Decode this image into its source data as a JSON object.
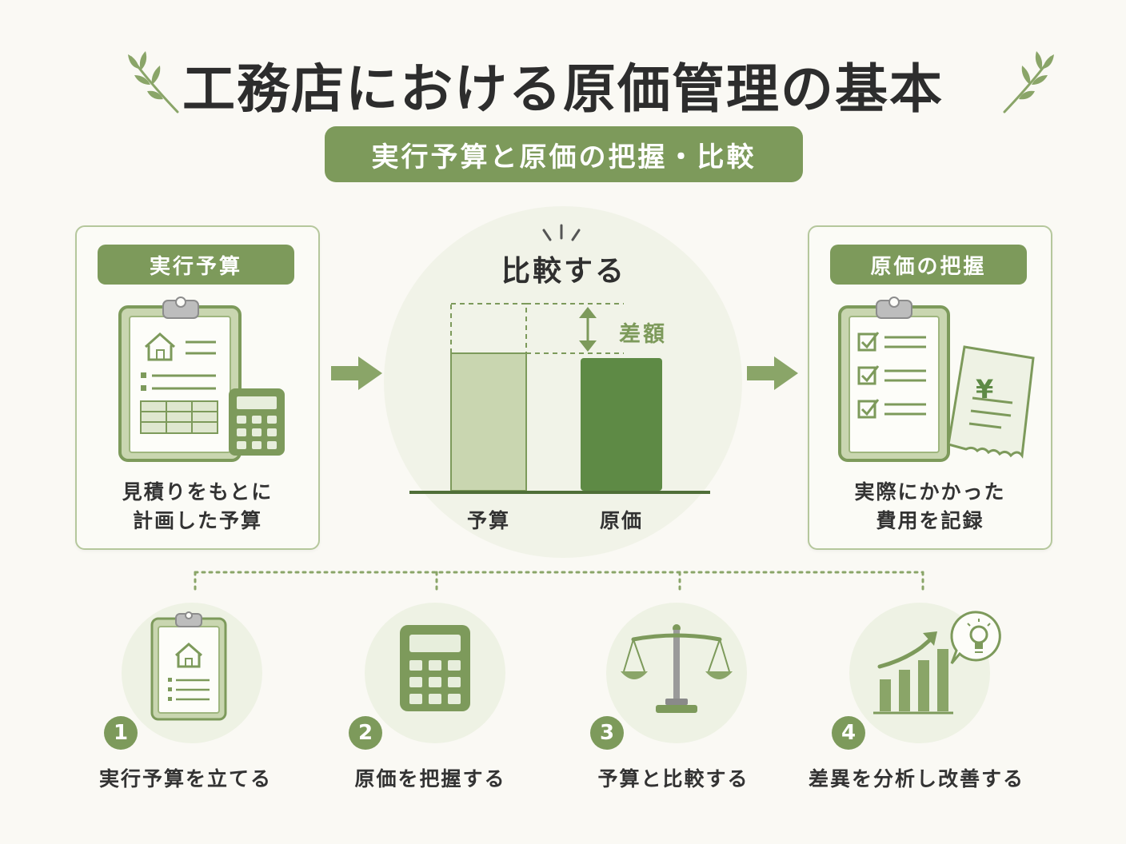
{
  "title": "工務店における原価管理の基本",
  "subtitle": "実行予算と原価の把握・比較",
  "left_panel": {
    "header": "実行予算",
    "caption_line1": "見積りをもとに",
    "caption_line2": "計画した予算"
  },
  "center": {
    "heading": "比較する",
    "difference_label": "差額",
    "bar_budget_label": "予算",
    "bar_cost_label": "原価"
  },
  "right_panel": {
    "header": "原価の把握",
    "caption_line1": "実際にかかった",
    "caption_line2": "費用を記録",
    "receipt_symbol": "¥"
  },
  "steps": [
    {
      "number": "1",
      "label": "実行予算を立てる",
      "icon": "clipboard-icon"
    },
    {
      "number": "2",
      "label": "原価を把握する",
      "icon": "calculator-icon"
    },
    {
      "number": "3",
      "label": "予算と比較する",
      "icon": "scales-icon"
    },
    {
      "number": "4",
      "label": "差異を分析し改善する",
      "icon": "growth-chart-icon"
    }
  ],
  "colors": {
    "accent": "#7d9a5b",
    "accent_dark": "#5e8a45",
    "accent_light": "#c9d6b0",
    "background": "#faf9f4"
  }
}
